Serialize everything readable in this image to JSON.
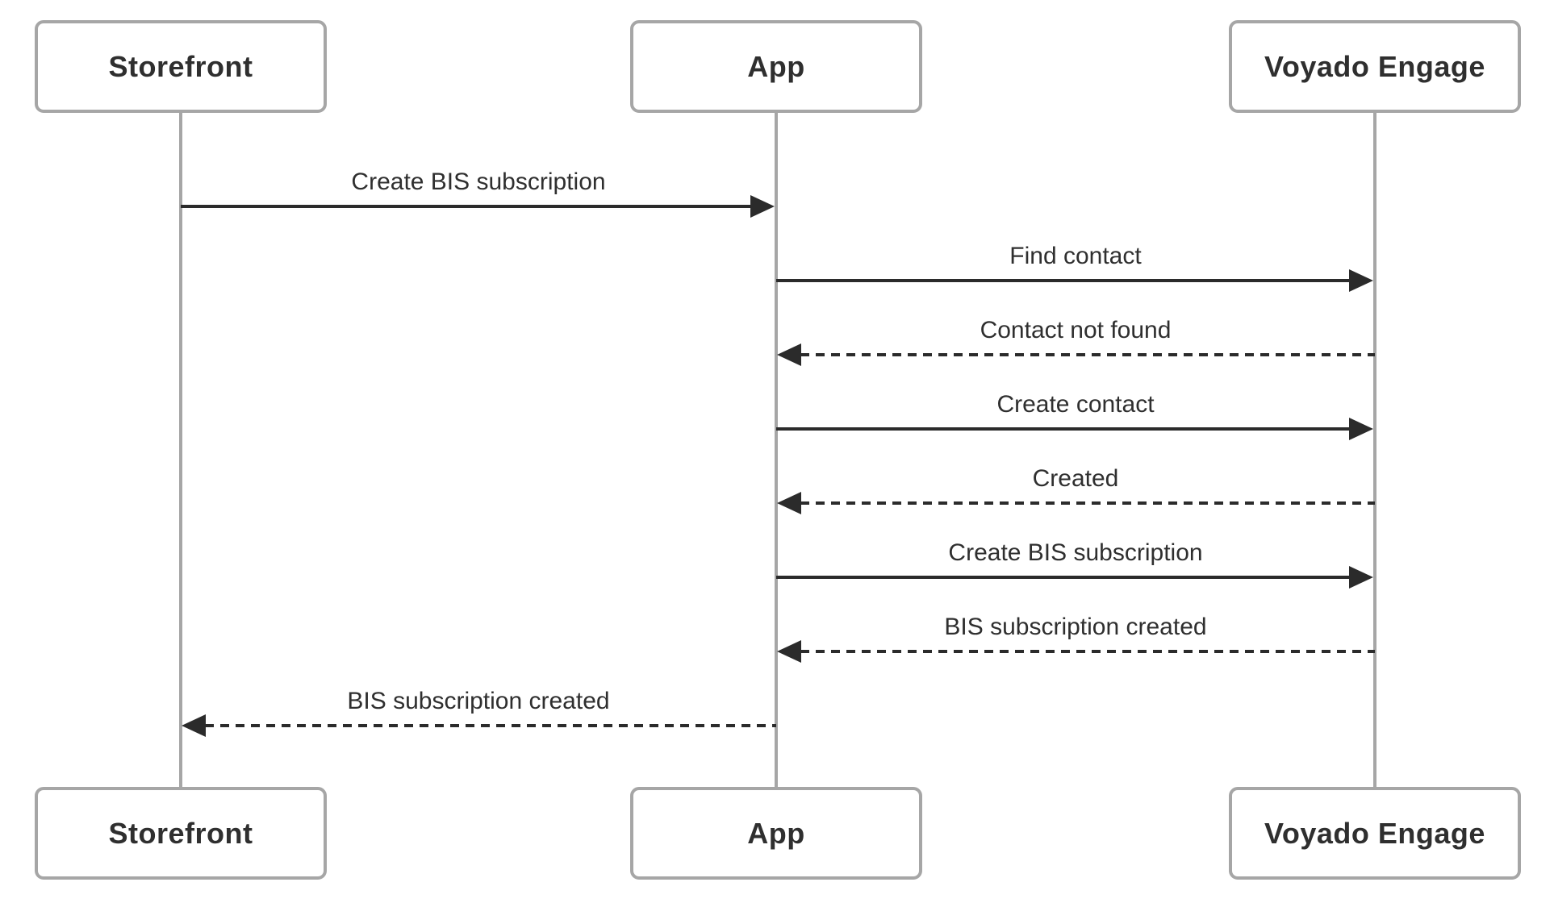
{
  "diagram": {
    "type": "sequence-diagram"
  },
  "actors": [
    {
      "id": "storefront",
      "label": "Storefront"
    },
    {
      "id": "app",
      "label": "App"
    },
    {
      "id": "voyado",
      "label": "Voyado Engage"
    }
  ],
  "messages": [
    {
      "from": "Storefront",
      "to": "App",
      "label": "Create BIS subscription",
      "line": "solid",
      "arrow": "filled-right"
    },
    {
      "from": "App",
      "to": "Voyado Engage",
      "label": "Find contact",
      "line": "solid",
      "arrow": "filled-right"
    },
    {
      "from": "Voyado Engage",
      "to": "App",
      "label": "Contact not found",
      "line": "dashed",
      "arrow": "filled-left"
    },
    {
      "from": "App",
      "to": "Voyado Engage",
      "label": "Create contact",
      "line": "solid",
      "arrow": "filled-right"
    },
    {
      "from": "Voyado Engage",
      "to": "App",
      "label": "Created",
      "line": "dashed",
      "arrow": "filled-left"
    },
    {
      "from": "App",
      "to": "Voyado Engage",
      "label": "Create BIS subscription",
      "line": "solid",
      "arrow": "filled-right"
    },
    {
      "from": "Voyado Engage",
      "to": "App",
      "label": "BIS subscription created",
      "line": "dashed",
      "arrow": "filled-left"
    },
    {
      "from": "App",
      "to": "Storefront",
      "label": "BIS subscription created",
      "line": "dashed",
      "arrow": "filled-left"
    }
  ],
  "colors": {
    "message_line": "#2b2b2b",
    "lifeline": "#a6a6a6",
    "actor_border": "#a6a6a6",
    "actor_fill": "#ffffff",
    "text": "#2f2f2f",
    "background": "#ffffff"
  }
}
